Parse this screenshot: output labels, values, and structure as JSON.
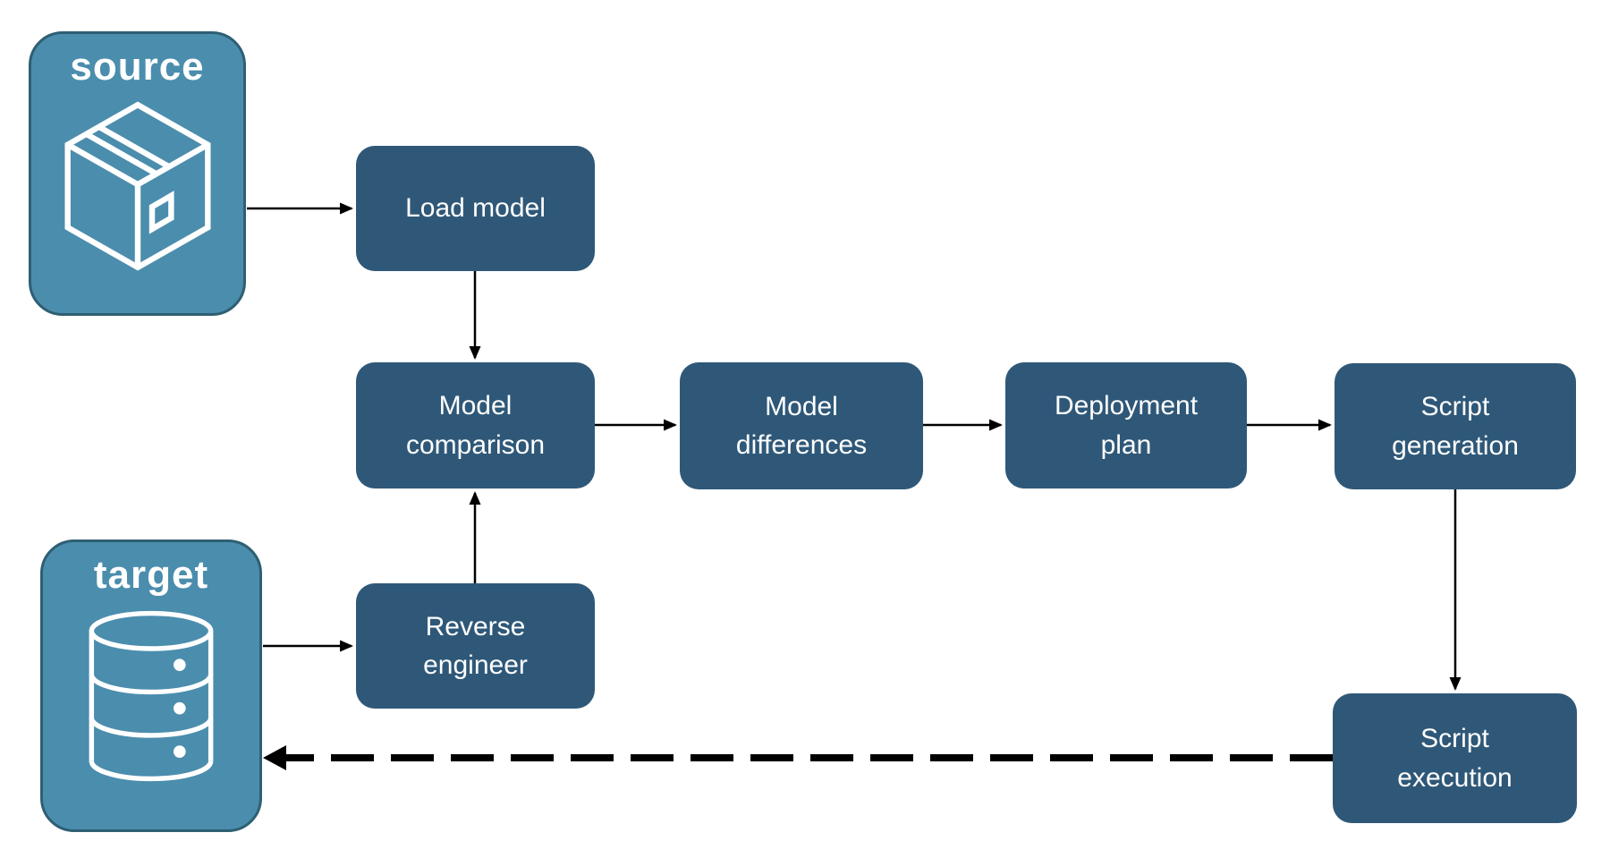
{
  "diagram": {
    "containers": [
      {
        "id": "source",
        "label": "source",
        "icon": "package-icon"
      },
      {
        "id": "target",
        "label": "target",
        "icon": "database-icon"
      }
    ],
    "nodes": [
      {
        "id": "load-model",
        "label": "Load model"
      },
      {
        "id": "model-comparison",
        "label": "Model\ncomparison"
      },
      {
        "id": "model-differences",
        "label": "Model\ndifferences"
      },
      {
        "id": "deployment-plan",
        "label": "Deployment\nplan"
      },
      {
        "id": "script-generation",
        "label": "Script\ngeneration"
      },
      {
        "id": "script-execution",
        "label": "Script\nexecution"
      },
      {
        "id": "reverse-engineer",
        "label": "Reverse\nengineer"
      }
    ],
    "edges": [
      {
        "from": "source",
        "to": "load-model",
        "style": "solid"
      },
      {
        "from": "load-model",
        "to": "model-comparison",
        "style": "solid"
      },
      {
        "from": "model-comparison",
        "to": "model-differences",
        "style": "solid"
      },
      {
        "from": "model-differences",
        "to": "deployment-plan",
        "style": "solid"
      },
      {
        "from": "deployment-plan",
        "to": "script-generation",
        "style": "solid"
      },
      {
        "from": "script-generation",
        "to": "script-execution",
        "style": "solid"
      },
      {
        "from": "target",
        "to": "reverse-engineer",
        "style": "solid"
      },
      {
        "from": "reverse-engineer",
        "to": "model-comparison",
        "style": "solid"
      },
      {
        "from": "script-execution",
        "to": "target",
        "style": "dashed"
      }
    ],
    "colors": {
      "node_fill": "#2F5878",
      "container_fill": "#4B8DAD",
      "container_border": "#2E5F73",
      "label_text": "#FFFFFF",
      "arrow": "#000000",
      "background": "#FFFFFF"
    }
  }
}
